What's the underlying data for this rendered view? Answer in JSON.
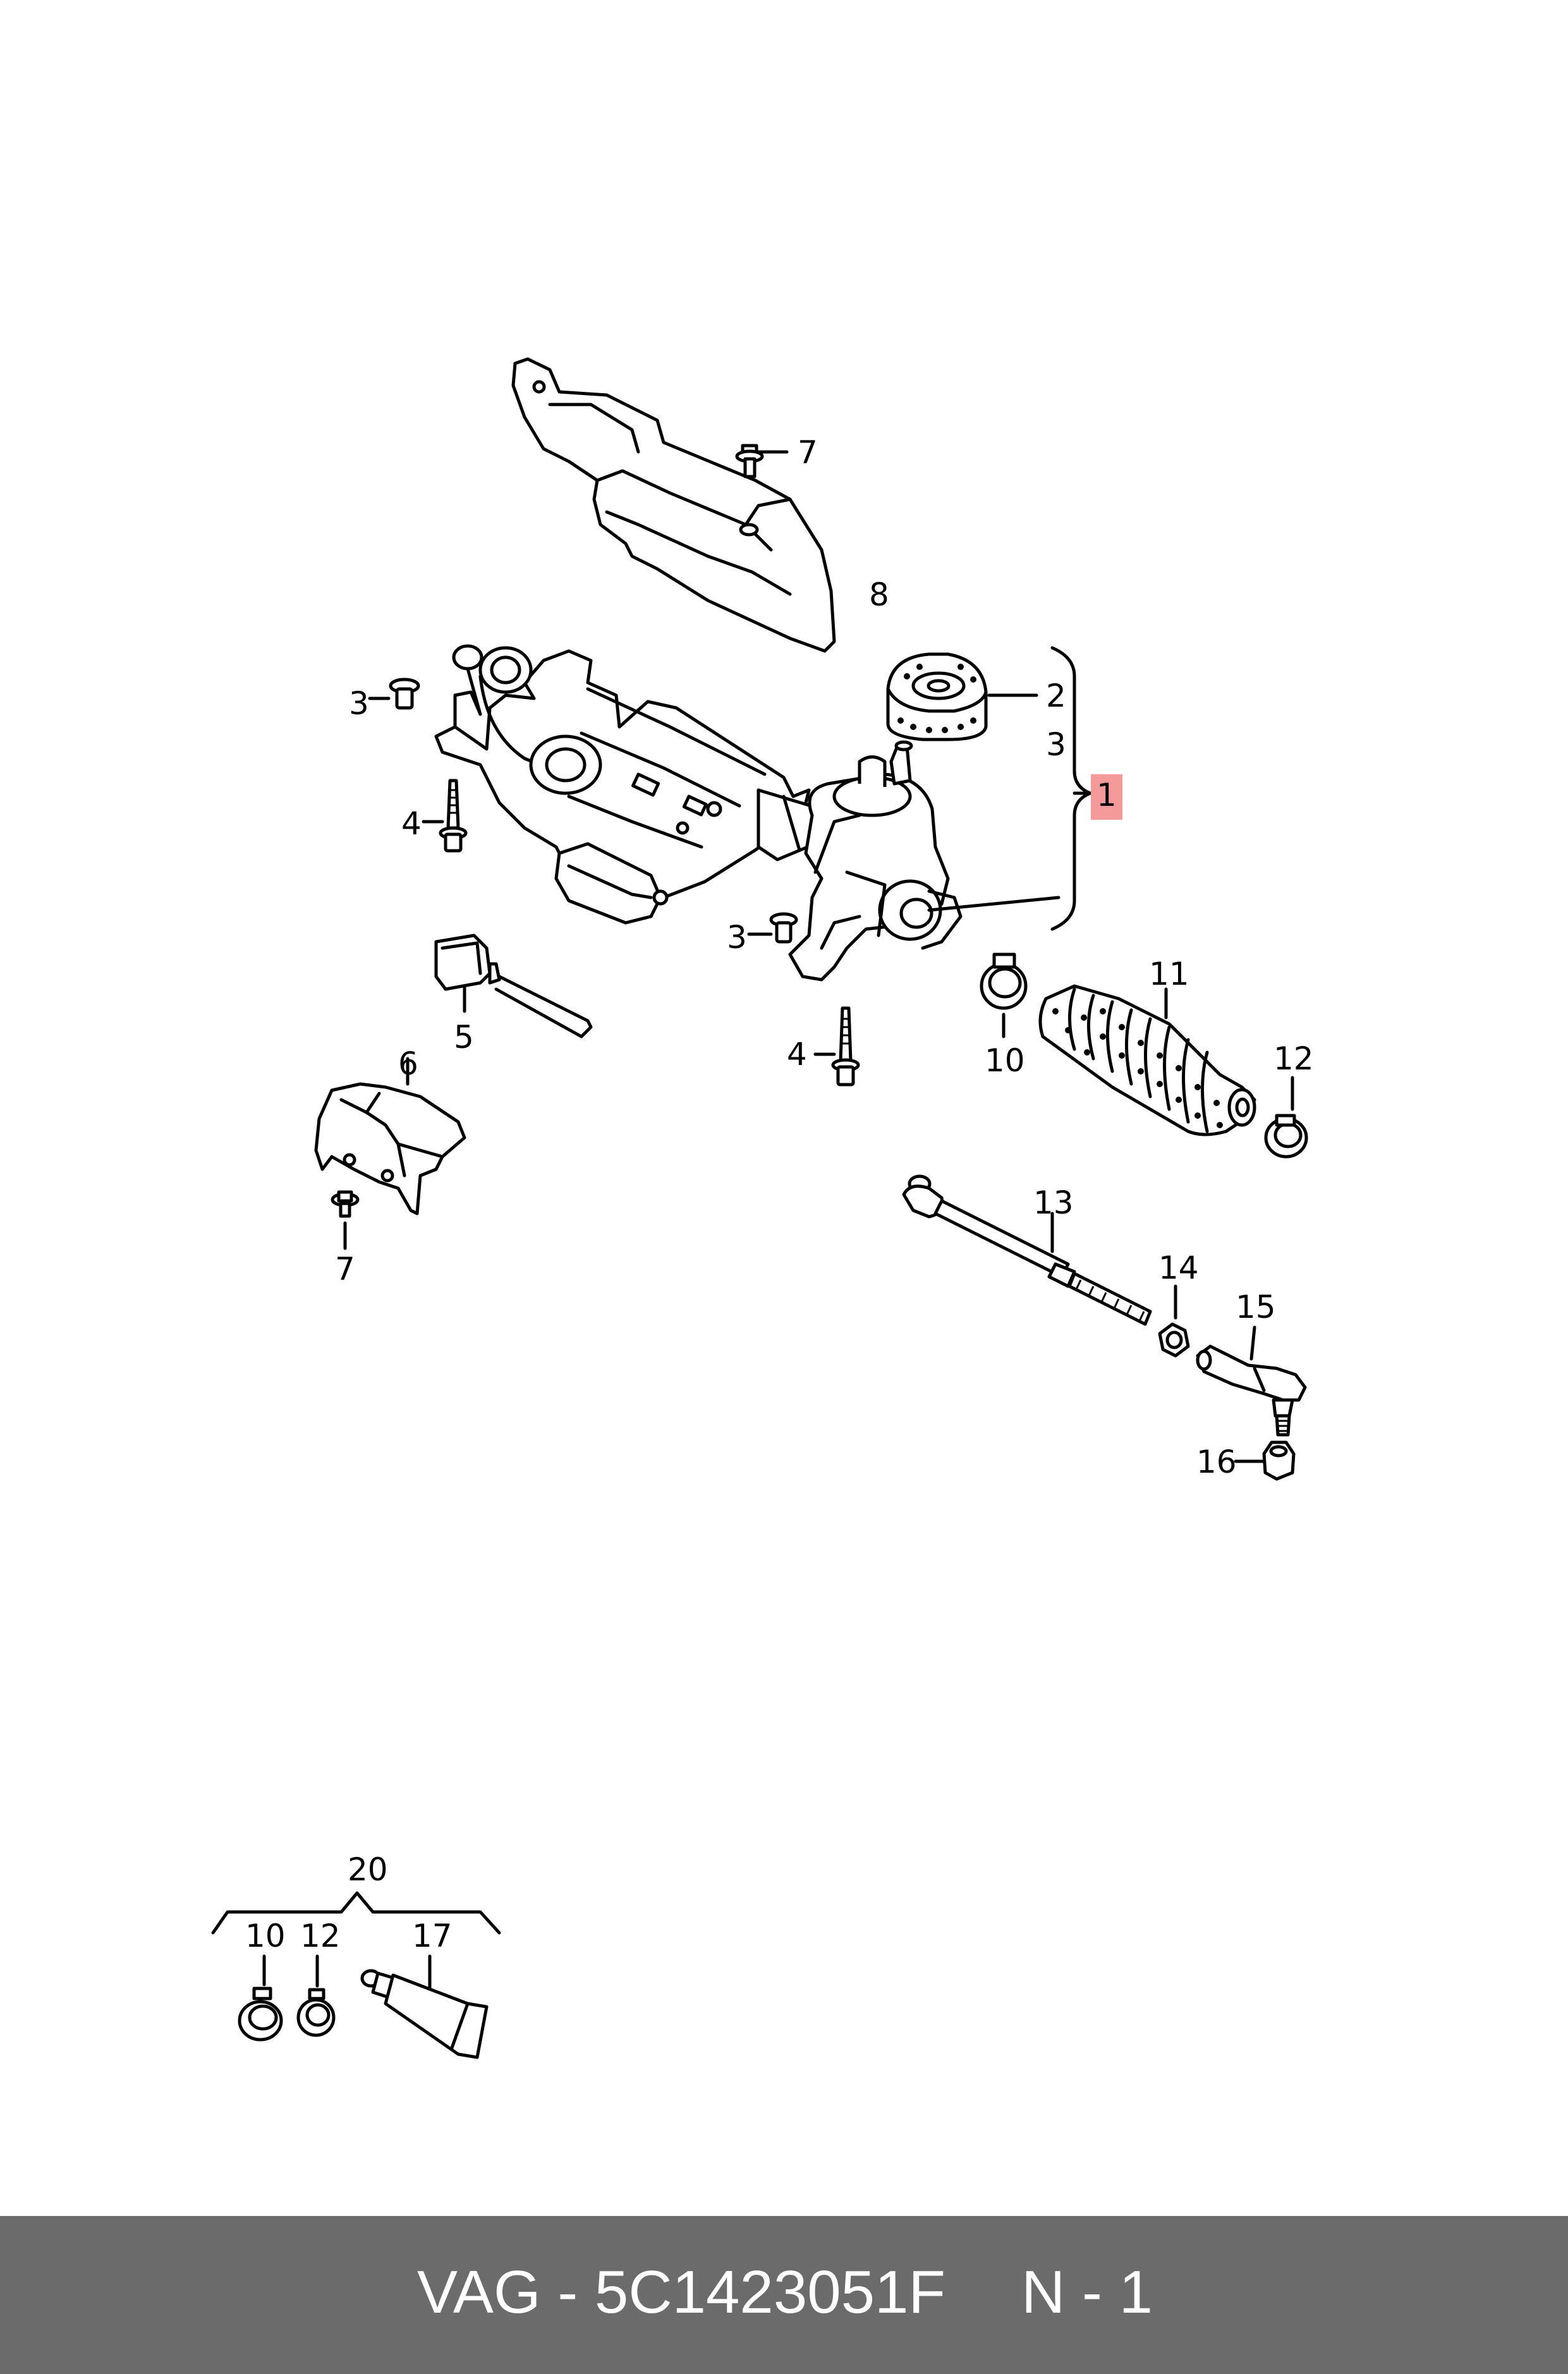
{
  "diagram": {
    "callouts": [
      "1",
      "2",
      "3",
      "3",
      "3",
      "4",
      "4",
      "5",
      "6",
      "7",
      "7",
      "8",
      "10",
      "11",
      "12",
      "13",
      "14",
      "15",
      "16",
      "20",
      "10",
      "12",
      "17"
    ],
    "highlight_color": "#f59a9a"
  },
  "footer": {
    "code": "VAG - 5C1423051F",
    "page": "N - 1",
    "background": "#6b6b6b",
    "text_color": "#ffffff"
  }
}
